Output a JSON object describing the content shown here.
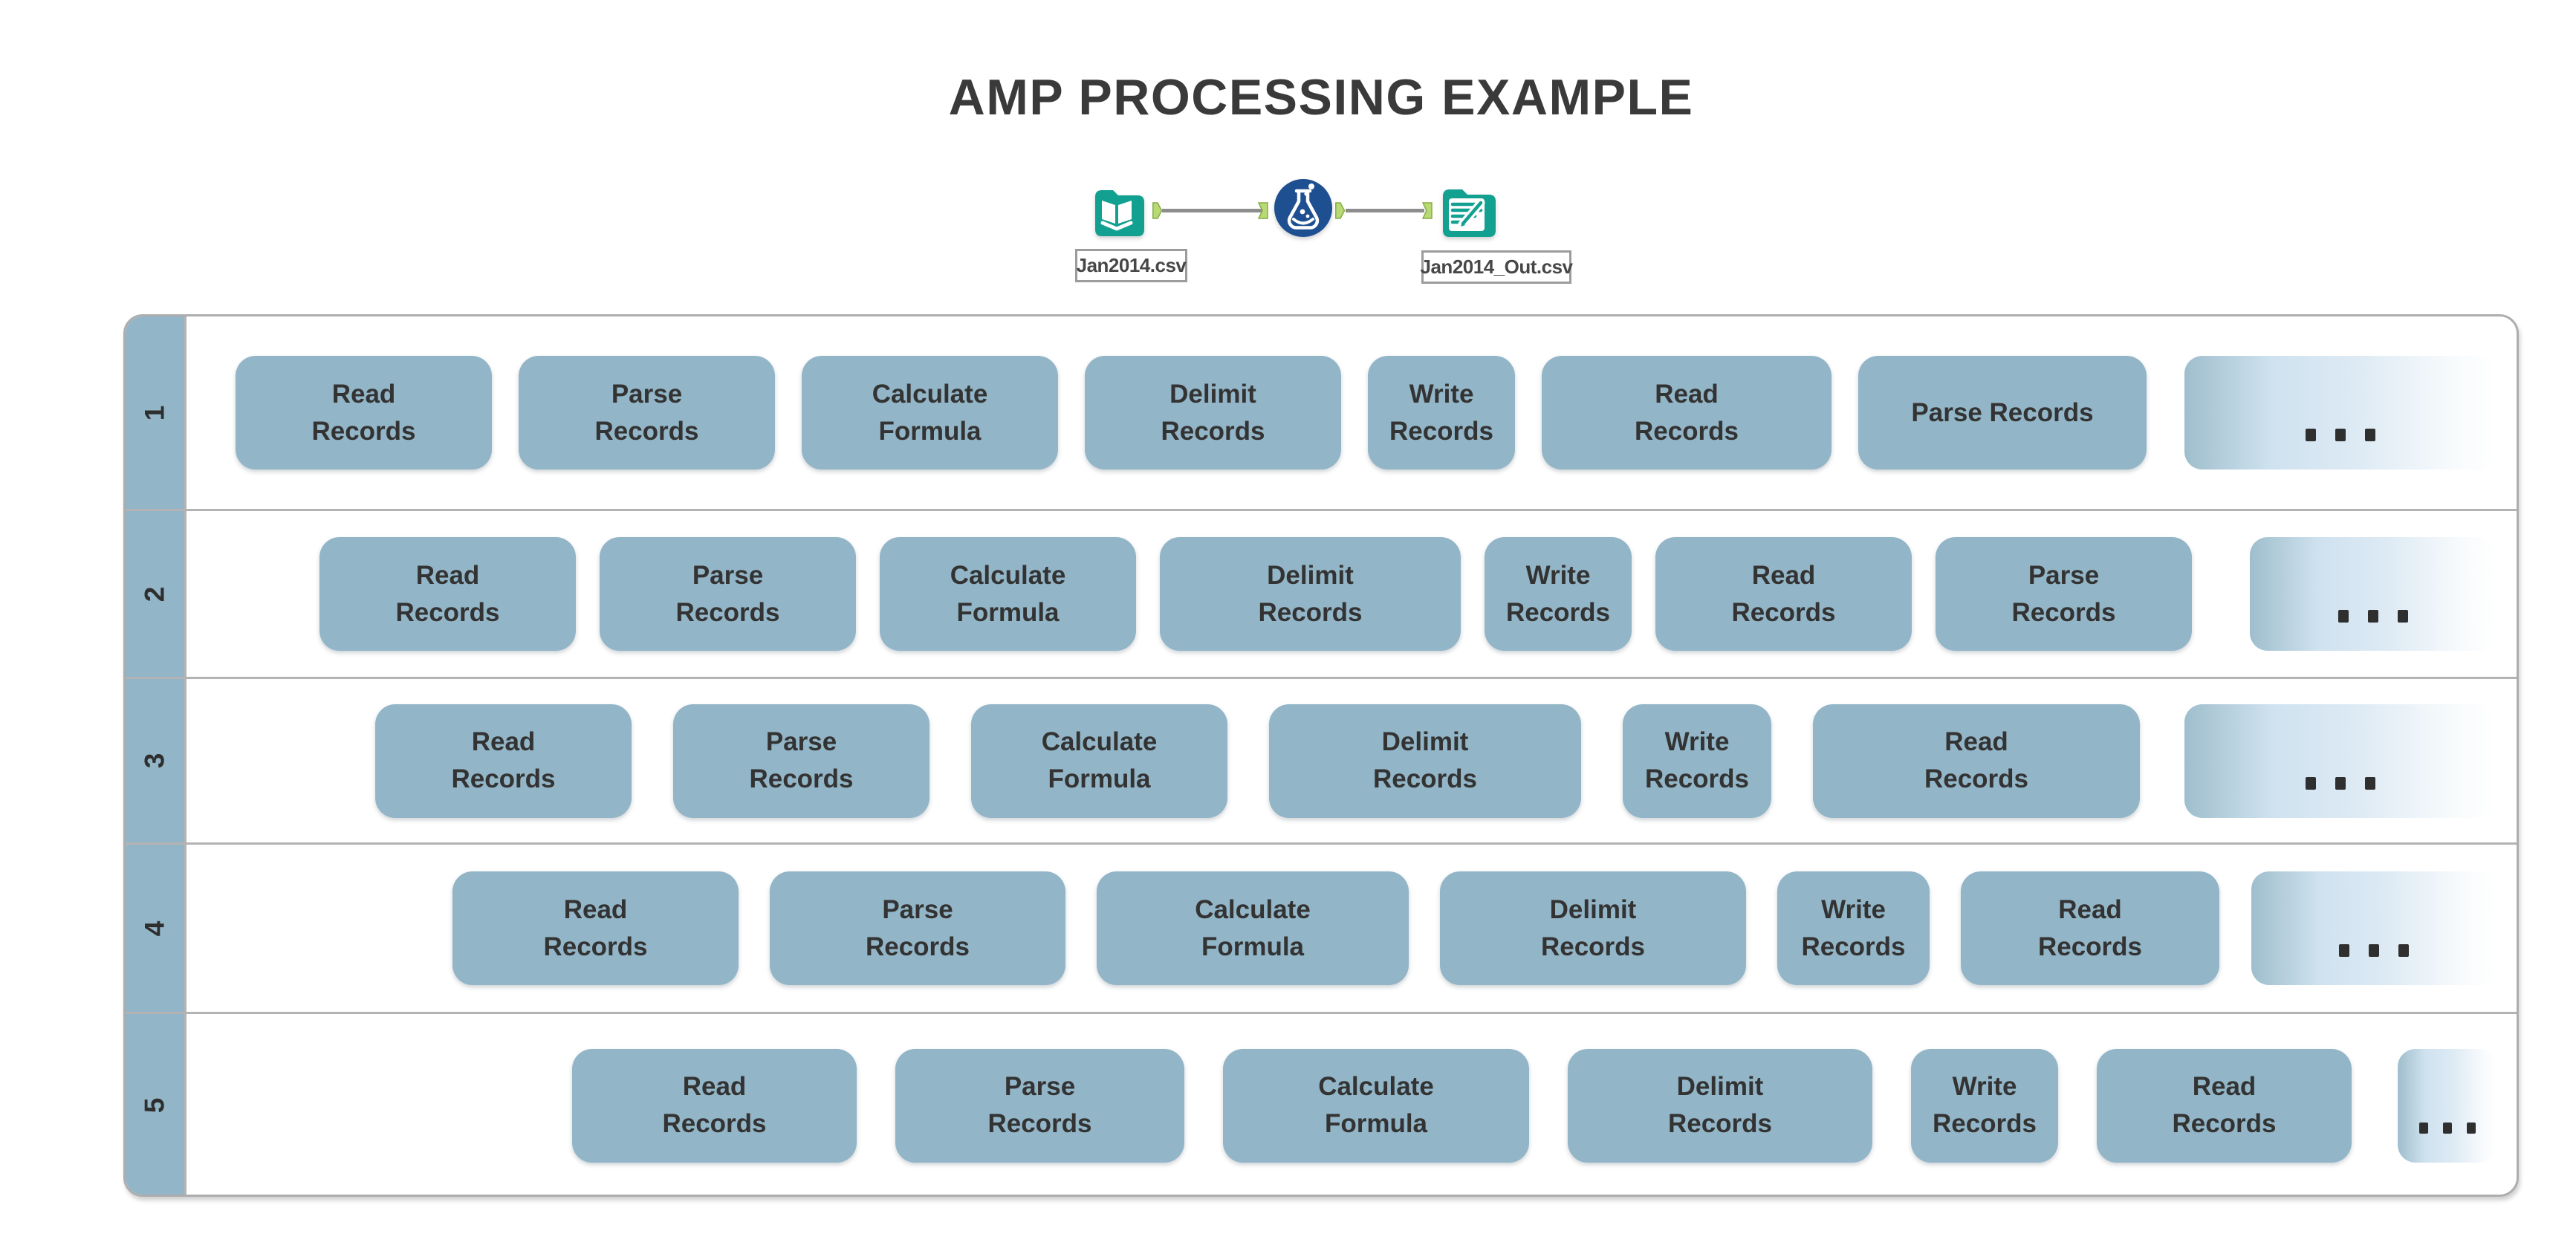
{
  "title": "AMP PROCESSING EXAMPLE",
  "workflow": {
    "input_label": "Jan2014.csv",
    "output_label": "Jan2014_Out.csv"
  },
  "ellipsis_symbol": "...",
  "lanes": [
    {
      "number": "1",
      "boxes": [
        "Read\nRecords",
        "Parse\nRecords",
        "Calculate\nFormula",
        "Delimit\nRecords",
        "Write\nRecords",
        "Read\nRecords",
        "Parse Records",
        "..."
      ]
    },
    {
      "number": "2",
      "boxes": [
        "Read\nRecords",
        "Parse\nRecords",
        "Calculate\nFormula",
        "Delimit\nRecords",
        "Write\nRecords",
        "Read\nRecords",
        "Parse\nRecords",
        "..."
      ]
    },
    {
      "number": "3",
      "boxes": [
        "Read\nRecords",
        "Parse\nRecords",
        "Calculate\nFormula",
        "Delimit\nRecords",
        "Write\nRecords",
        "Read\nRecords",
        "..."
      ]
    },
    {
      "number": "4",
      "boxes": [
        "Read\nRecords",
        "Parse\nRecords",
        "Calculate\nFormula",
        "Delimit\nRecords",
        "Write\nRecords",
        "Read\nRecords",
        "..."
      ]
    },
    {
      "number": "5",
      "boxes": [
        "Read\nRecords",
        "Parse\nRecords",
        "Calculate\nFormula",
        "Delimit\nRecords",
        "Write\nRecords",
        "Read\nRecords",
        "..."
      ]
    }
  ],
  "colors": {
    "box_fill": "#92b5c7",
    "lane_band_fill": "#92b5c7",
    "border_gray": "#b3b3b3",
    "box_text": "#333333",
    "title_text": "#3a3a3a",
    "tool_teal": "#12a091",
    "tool_blue": "#1e4f90",
    "connector_green": "#b9d977",
    "connector_green_edge": "#85ad44",
    "connector_line_gray": "#8d8d8d",
    "ellipsis_gradient_start": "#9fbecd",
    "ellipsis_gradient_end": "#ffffff"
  }
}
